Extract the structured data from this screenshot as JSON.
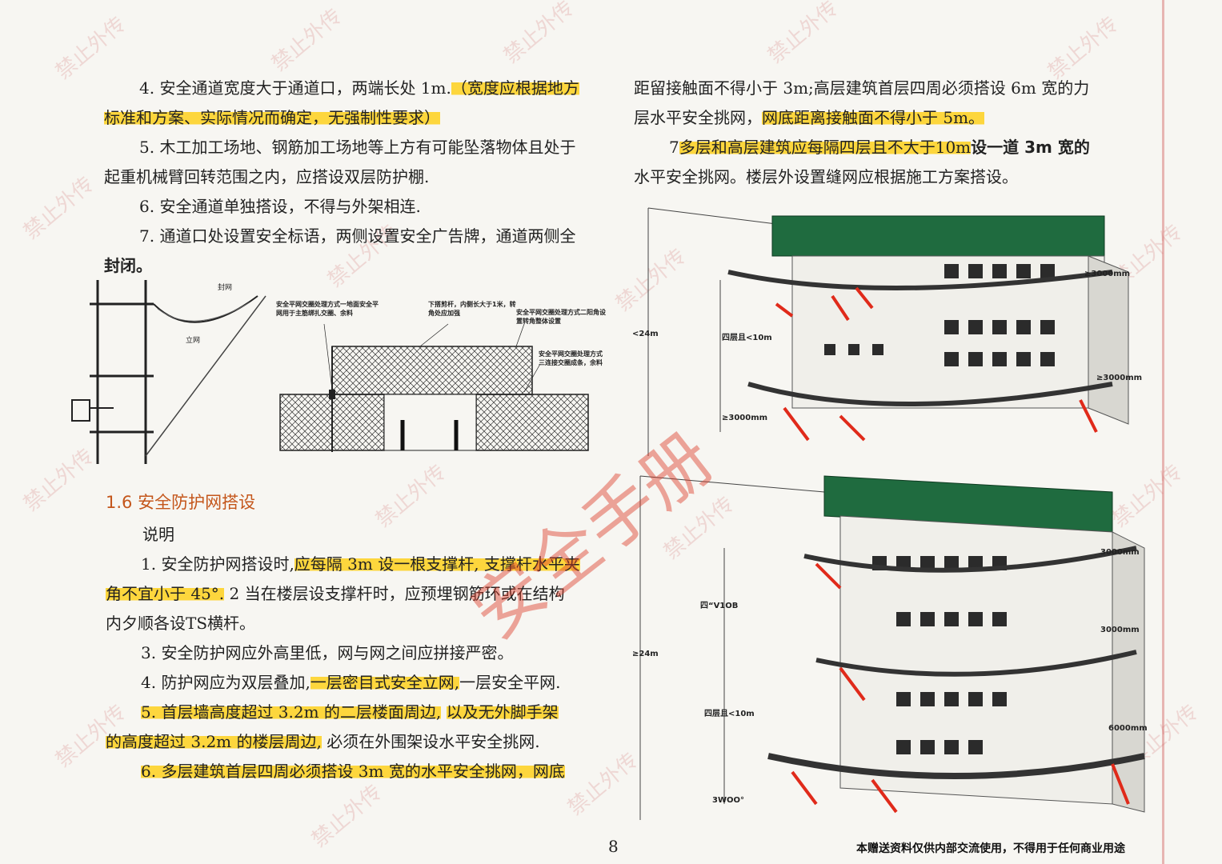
{
  "page_number": "8",
  "footer_note": "本赠送资料仅供内部交流使用，不得用于任何商业用途",
  "watermark_text": "禁止外传",
  "stamp_text": "安全手册",
  "left_top": {
    "item4_a": "4. 安全通道宽度大于通道口，两端长处 1m.",
    "item4_b": "（宽度应根据地方",
    "item4_c": "标准和方案、实际情况而确定，无强制性要求）",
    "item5_a": "5. 木工加工场地、钢筋加工场地等上方有可能坠落物体且处于",
    "item5_b": "起重机械臂回转范围之内，应搭设双层防护棚.",
    "item6": "6. 安全通道单独搭设，不得与外架相连.",
    "item7_a": "7. 通道口处设置安全标语，两侧设置安全广告牌，通道两侧全",
    "item7_b": "封闭。"
  },
  "fig_left": {
    "label_top": "封网",
    "label_bottom": "立网"
  },
  "fig_mid": {
    "note_left": "安全平网交圈处理方式一地面安全平网用于主筋绑扎交圈、余料",
    "note_top": "下搭剪杆，内侧长大于1米，转角处应加强",
    "note_right1": "安全平网交圈处理方式二阳角设置转角整体设置",
    "note_right2": "安全平网交圈处理方式三连接交圈成条，余料"
  },
  "section": {
    "title": "1.6 安全防护网搭设",
    "intro": "说明",
    "p1_a": "1. 安全防护网搭设时,",
    "p1_b": "应每隔 3m 设一根支撑杆, 支撑杆水平夹",
    "p1_c": "角不宜小于 45°.",
    "p1_d": "2 当在楼层设支撑杆时，应预埋钢筋环或在结构",
    "p1_e": "内夕顺各设TS横杆。",
    "p3": "3. 安全防护网应外高里低，网与网之间应拼接严密。",
    "p4_a": "4. 防护网应为双层叠加,",
    "p4_b": "一层密目式安全立网,",
    "p4_c": "一层安全平网.",
    "p5_a": "5. 首层墙高度超过 3.2m 的二层楼面周边,",
    "p5_b": "以及无外脚手架",
    "p5_c": "的高度超过 3.2m 的楼层周边,",
    "p5_d": "必须在外围架设水平安全挑网.",
    "p6_a": "6. 多层建筑首层四周必须搭设 3m 宽的水平安全挑网，网底"
  },
  "right_top": {
    "line1_a": "距留接触面不得小于 3m;高层建筑首层四周必须搭设 6m 宽的力",
    "line2_a": "层水平安全挑网，",
    "line2_b": "网底距离接触面不得小于 5m。",
    "line3_a": "7",
    "line3_b": "多层和高层建筑应每隔四层且不大于10m",
    "line3_c": "设一道 3m 宽的",
    "line4": "水平安全挑网。楼层外设置缝网应根据施工方案搭设。"
  },
  "building_top": {
    "label_height": "<24m",
    "label_floors": "四层且<10m",
    "label_ge": "≥3000mm",
    "label_r1": "≥3000mm",
    "label_r2": "≥3000mm"
  },
  "building_bottom": {
    "label_height": "≥24m",
    "label_floors_a": "四“V1OB",
    "label_floors_b": "四层且<10m",
    "label_bottom": "3WOO°",
    "label_r1": "3000mm",
    "label_r2": "3000mm",
    "label_r3": "6000mm"
  }
}
